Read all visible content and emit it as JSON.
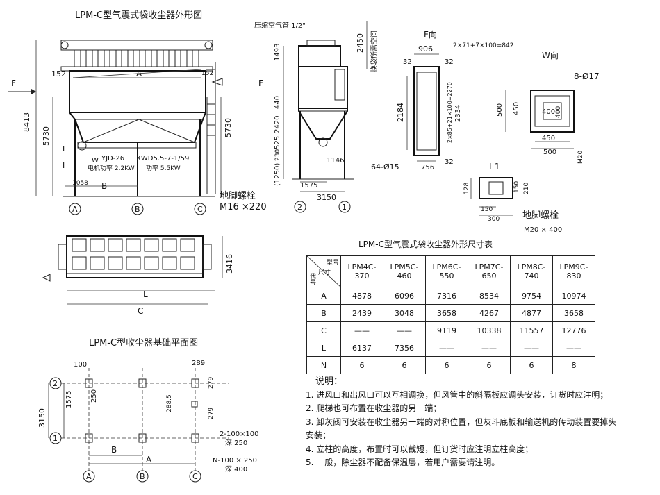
{
  "titles": {
    "elevation": "LPM-C型气震式袋收尘器外形图",
    "foundation": "LPM-C型收尘器基础平面图",
    "table": "LPM-C型气震式袋收尘器外形尺寸表",
    "f_view": "F向",
    "w_view": "W向",
    "section_1_1": "I-1",
    "notes_header": "说明："
  },
  "elevation_labels": {
    "F": "F",
    "A": "A",
    "B": "B",
    "dim_152_l": "152",
    "dim_152_r": "152",
    "dim_8413": "8413",
    "dim_5730_l": "5730",
    "dim_5730_r": "5730",
    "dim_1058": "1058",
    "motor_model": "YJD-26",
    "reducer_model": "XWD5.5-7-1/59",
    "motor_power": "电机功率 2.2KW",
    "reducer_power": "功率 5.5KW",
    "W": "W",
    "I": "I",
    "bolt_label": "地脚螺栓",
    "bolt_size": "M16 ×220",
    "axis_A": "A",
    "axis_B": "B",
    "axis_C": "C"
  },
  "side_labels": {
    "air_pipe": "压缩空气管 1/2\"",
    "dim_1493": "1493",
    "dim_2450": "2450",
    "bag_space": "换袋所需空间",
    "dim_440": "440",
    "dim_2420": "2420",
    "dim_525": "525",
    "dim_230": "230",
    "dim_1250": "(1250)",
    "dim_1146": "1146",
    "dim_1575": "1575",
    "dim_3150": "3150",
    "F": "F",
    "axis_2": "2",
    "axis_1": "1"
  },
  "f_view_labels": {
    "dim_906": "906",
    "formula_842": "2×71+7×100=842",
    "dim_32a": "32",
    "dim_32b": "32",
    "dim_2184": "2184",
    "formula_2270": "2×85+21×100=2270",
    "dim_2334": "2334",
    "dim_32c": "32",
    "dim_756": "756",
    "holes": "64-Ø15"
  },
  "w_view_labels": {
    "holes": "8-Ø17",
    "dim_500a": "500",
    "dim_450a": "450",
    "dim_400a": "400",
    "dim_400b": "400",
    "dim_450b": "450",
    "dim_500b": "500",
    "bolt": "M20"
  },
  "section_labels": {
    "dim_128": "128",
    "dim_150a": "150",
    "dim_210": "210",
    "dim_150b": "150",
    "dim_300": "300",
    "bolt_label": "地脚螺栓",
    "bolt_size": "M20 × 400"
  },
  "plan_labels": {
    "dim_3416": "3416",
    "L": "L",
    "C": "C"
  },
  "foundation_labels": {
    "dim_100": "100",
    "dim_289": "289",
    "dim_1575": "1575",
    "dim_250": "250",
    "dim_288": "288.5",
    "dim_279a": "279",
    "dim_279b": "279",
    "dim_3150": "3150",
    "pit_small": "2-100×100",
    "depth_250": "深 250",
    "pit_large": "N-100 × 250",
    "depth_400": "深 400",
    "B": "B",
    "A": "A",
    "axis_2": "2",
    "axis_1": "1",
    "axis_A": "A",
    "axis_B": "B",
    "axis_C": "C"
  },
  "table": {
    "corner_top": "型号",
    "corner_mid": "尺寸",
    "corner_left": "代号",
    "models": [
      "LPM4C-370",
      "LPM5C-460",
      "LPM6C-550",
      "LPM7C-650",
      "LPM8C-740",
      "LPM9C-830"
    ],
    "rows": [
      {
        "code": "A",
        "values": [
          "4878",
          "6096",
          "7316",
          "8534",
          "9754",
          "10974"
        ]
      },
      {
        "code": "B",
        "values": [
          "2439",
          "3048",
          "3658",
          "4267",
          "4877",
          "3658"
        ]
      },
      {
        "code": "C",
        "values": [
          "——",
          "——",
          "9119",
          "10338",
          "11557",
          "12776"
        ]
      },
      {
        "code": "L",
        "values": [
          "6137",
          "7356",
          "——",
          "——",
          "——",
          "——"
        ]
      },
      {
        "code": "N",
        "values": [
          "6",
          "6",
          "6",
          "6",
          "6",
          "8"
        ]
      }
    ]
  },
  "notes": [
    "1. 进风口和出风口可以互相调换，但风管中的斜隔板应调头安装，订货时应注明；",
    "2. 爬梯也可布置在收尘器的另一端；",
    "3. 卸灰阀可安装在收尘器另一端的对称位置，但灰斗底板和输送机的传动装置要掉头",
    "    安装；",
    "4. 立柱的高度，布置时可以截短，但订货时应注明立柱高度；",
    "5. 一般，除尘器不配备保温层，若用户需要请注明。"
  ]
}
